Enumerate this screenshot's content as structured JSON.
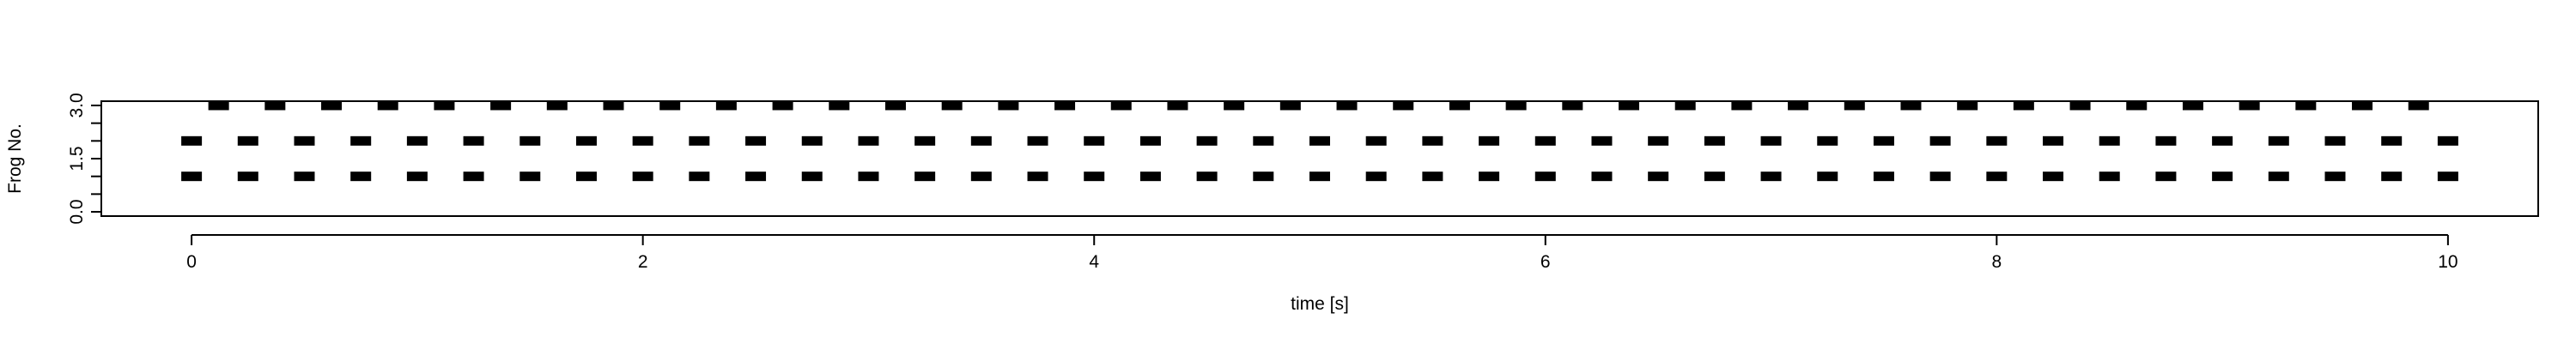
{
  "chart_data": {
    "type": "scatter",
    "title": "",
    "xlabel": "time [s]",
    "ylabel": "Frog No.",
    "xlim": [
      -0.4,
      10.4
    ],
    "ylim": [
      -0.12,
      3.12
    ],
    "x_ticks": [
      0,
      2,
      4,
      6,
      8,
      10
    ],
    "x_tick_labels": [
      "0",
      "2",
      "4",
      "6",
      "8",
      "10"
    ],
    "y_ticks": [
      0,
      0.5,
      1,
      1.5,
      2,
      2.5,
      3
    ],
    "y_tick_labels": [
      "0.0",
      "",
      "",
      "1.5",
      "",
      "",
      "3.0"
    ],
    "grid": false,
    "mark_shape": "dash",
    "series": [
      {
        "y": 1,
        "x": [
          0,
          0.25,
          0.5,
          0.75,
          1.0,
          1.25,
          1.5,
          1.75,
          2.0,
          2.25,
          2.5,
          2.75,
          3.0,
          3.25,
          3.5,
          3.75,
          4.0,
          4.25,
          4.5,
          4.75,
          5.0,
          5.25,
          5.5,
          5.75,
          6.0,
          6.25,
          6.5,
          6.75,
          7.0,
          7.25,
          7.5,
          7.75,
          8.0,
          8.25,
          8.5,
          8.75,
          9.0,
          9.25,
          9.5,
          9.75,
          10.0
        ]
      },
      {
        "y": 2,
        "x": [
          0,
          0.25,
          0.5,
          0.75,
          1.0,
          1.25,
          1.5,
          1.75,
          2.0,
          2.25,
          2.5,
          2.75,
          3.0,
          3.25,
          3.5,
          3.75,
          4.0,
          4.25,
          4.5,
          4.75,
          5.0,
          5.25,
          5.5,
          5.75,
          6.0,
          6.25,
          6.5,
          6.75,
          7.0,
          7.25,
          7.5,
          7.75,
          8.0,
          8.25,
          8.5,
          8.75,
          9.0,
          9.25,
          9.5,
          9.75,
          10.0
        ]
      },
      {
        "y": 3,
        "x": [
          0.12,
          0.37,
          0.62,
          0.87,
          1.12,
          1.37,
          1.62,
          1.87,
          2.12,
          2.37,
          2.62,
          2.87,
          3.12,
          3.37,
          3.62,
          3.87,
          4.12,
          4.37,
          4.62,
          4.87,
          5.12,
          5.37,
          5.62,
          5.87,
          6.12,
          6.37,
          6.62,
          6.87,
          7.12,
          7.37,
          7.62,
          7.87,
          8.12,
          8.37,
          8.62,
          8.87,
          9.12,
          9.37,
          9.62,
          9.87
        ]
      }
    ]
  }
}
